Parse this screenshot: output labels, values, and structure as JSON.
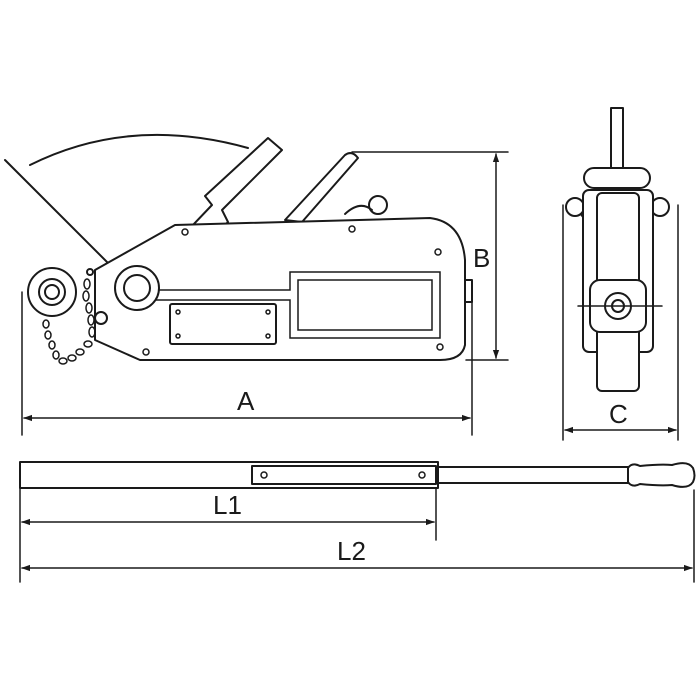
{
  "labels": {
    "A": "A",
    "B": "B",
    "C": "C",
    "L1": "L1",
    "L2": "L2"
  }
}
